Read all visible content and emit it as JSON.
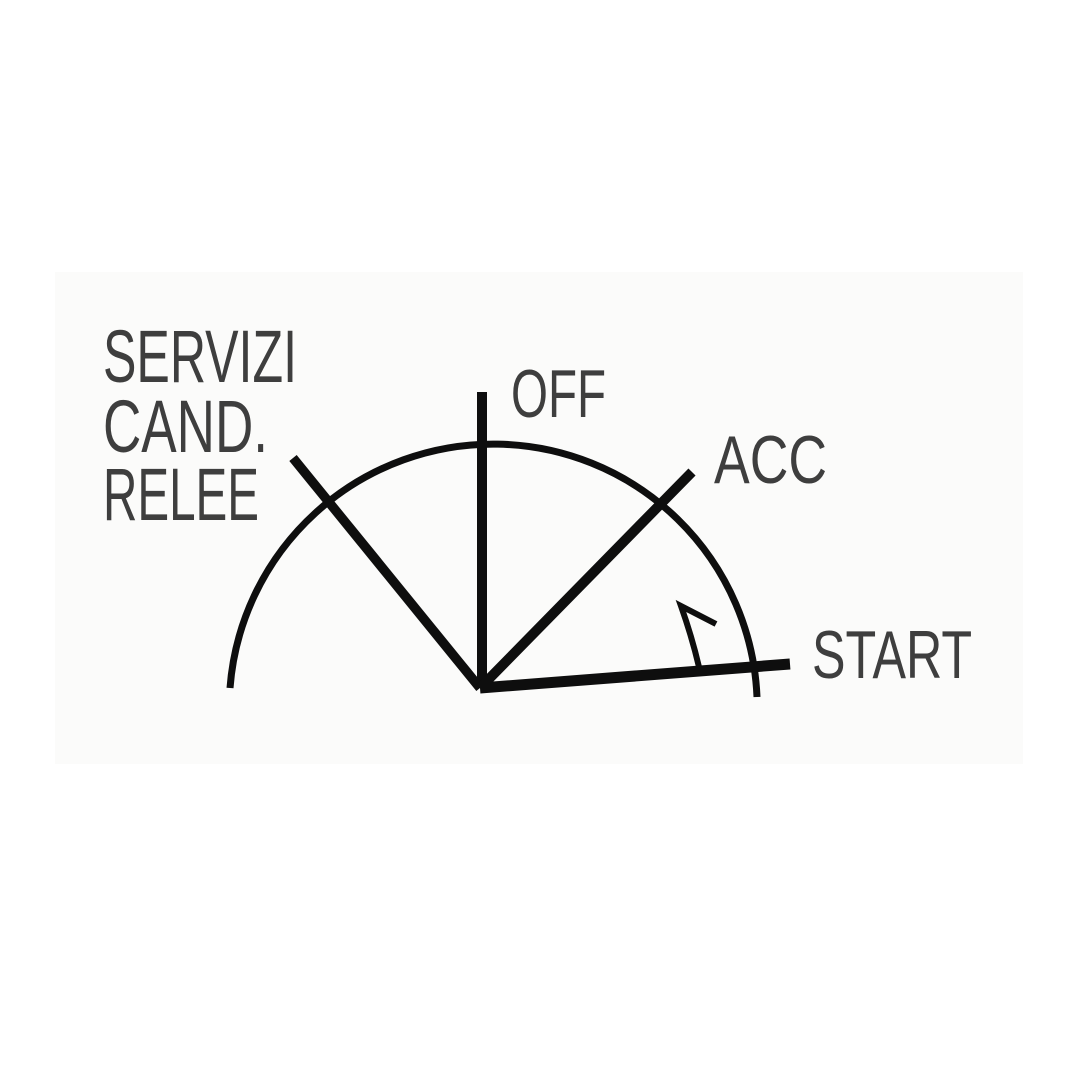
{
  "colors": {
    "background": "#ffffff",
    "paper_tint": "#fbfbfa",
    "line": "#0e0e0e",
    "text": "#3e3e3e"
  },
  "diagram": {
    "description": "Ignition key switch position diagram",
    "left_label": {
      "lines": [
        "SERVIZI",
        "CAND.",
        "RELEE"
      ]
    },
    "positions": {
      "off": "OFF",
      "acc": "ACC",
      "start": "START"
    },
    "icons": {
      "rotation_arrow": "clockwise-rotation-arrow-icon"
    }
  }
}
